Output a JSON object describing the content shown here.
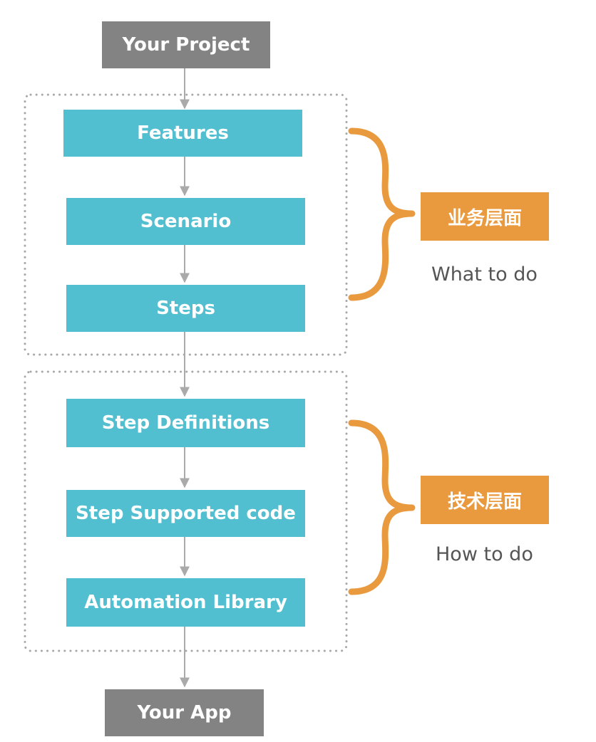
{
  "nodes": {
    "your_project": "Your Project",
    "features": "Features",
    "scenario": "Scenario",
    "steps": "Steps",
    "step_definitions": "Step Definitions",
    "step_supported_code": "Step Supported code",
    "automation_library": "Automation Library",
    "your_app": "Your App"
  },
  "groups": {
    "business": {
      "label": "业务层面",
      "caption": "What to do"
    },
    "technical": {
      "label": "技术层面",
      "caption": "How to do"
    }
  },
  "colors": {
    "endpoint": "#848384",
    "step": "#52bfd0",
    "accent": "#ea9a3e",
    "connector": "#aaaaaa",
    "dotted_border": "#a8a8a8"
  }
}
